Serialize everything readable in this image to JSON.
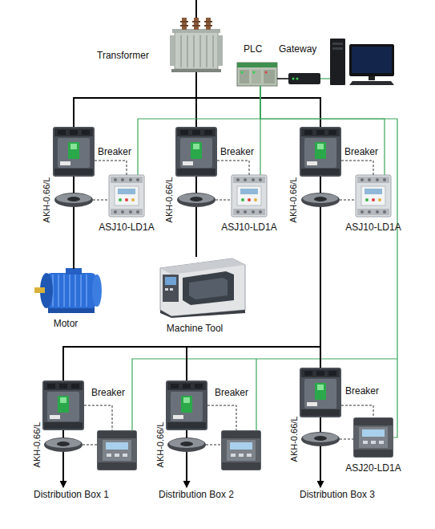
{
  "diagram": {
    "nodes": [
      {
        "text": [
          "Transformer"
        ]
      },
      {
        "text": [
          "PLC"
        ]
      },
      {
        "text": [
          "Gateway"
        ]
      },
      {
        "text": [
          "Breaker"
        ]
      },
      {
        "text": [
          "Breaker"
        ]
      },
      {
        "text": [
          "Breaker"
        ]
      },
      {
        "text": [
          "AKH-0.66/L"
        ]
      },
      {
        "text": [
          "ASJ10-LD1A"
        ]
      },
      {
        "text": [
          "AKH-0.66/L"
        ]
      },
      {
        "text": [
          "ASJ10-LD1A"
        ]
      },
      {
        "text": [
          "AKH-0.66/L"
        ]
      },
      {
        "text": [
          "ASJ10-LD1A"
        ]
      },
      {
        "text": [
          "Motor"
        ]
      },
      {
        "text": [
          "Machine Tool"
        ]
      },
      {
        "text": [
          "Breaker"
        ]
      },
      {
        "text": [
          "Breaker"
        ]
      },
      {
        "text": [
          "Breaker"
        ]
      },
      {
        "text": [
          "AKH-0.66/L"
        ]
      },
      {
        "text": [
          "AKH-0.66/L"
        ]
      },
      {
        "text": [
          "AKH-0.66/L"
        ]
      },
      {
        "text": [
          "ASJ20-LD1A"
        ]
      },
      {
        "text": [
          "Distribution Box 1"
        ]
      },
      {
        "text": [
          "Distribution Box 2"
        ]
      },
      {
        "text": [
          "Distribution Box 3"
        ]
      }
    ],
    "edges": [
      {
        "from": 0,
        "to": 3,
        "arrow": "none"
      },
      {
        "from": 0,
        "to": 4,
        "arrow": "none"
      },
      {
        "from": 0,
        "to": 5,
        "arrow": "none"
      },
      {
        "from": 1,
        "to": 2,
        "arrow": "none"
      },
      {
        "from": 3,
        "to": 6,
        "arrow": "none"
      },
      {
        "from": 4,
        "to": 8,
        "arrow": "none"
      },
      {
        "from": 5,
        "to": 10,
        "arrow": "none"
      },
      {
        "from": 3,
        "to": 7,
        "arrow": "none"
      },
      {
        "from": 6,
        "to": 7,
        "arrow": "none"
      },
      {
        "from": 4,
        "to": 9,
        "arrow": "none"
      },
      {
        "from": 8,
        "to": 9,
        "arrow": "none"
      },
      {
        "from": 5,
        "to": 11,
        "arrow": "none"
      },
      {
        "from": 10,
        "to": 11,
        "arrow": "none"
      },
      {
        "from": 7,
        "to": 1,
        "arrow": "none"
      },
      {
        "from": 9,
        "to": 1,
        "arrow": "none"
      },
      {
        "from": 11,
        "to": 1,
        "arrow": "none"
      },
      {
        "from": 6,
        "to": 12,
        "arrow": "none"
      },
      {
        "from": 8,
        "to": 13,
        "arrow": "none"
      },
      {
        "from": 10,
        "to": 14,
        "arrow": "none"
      },
      {
        "from": 10,
        "to": 15,
        "arrow": "none"
      },
      {
        "from": 10,
        "to": 16,
        "arrow": "none"
      },
      {
        "from": 14,
        "to": 17,
        "arrow": "none"
      },
      {
        "from": 15,
        "to": 18,
        "arrow": "none"
      },
      {
        "from": 16,
        "to": 19,
        "arrow": "none"
      },
      {
        "from": 16,
        "to": 20,
        "arrow": "none"
      },
      {
        "from": 19,
        "to": 20,
        "arrow": "none"
      },
      {
        "from": 17,
        "to": 21,
        "arrow": "to"
      },
      {
        "from": 18,
        "to": 22,
        "arrow": "to"
      },
      {
        "from": 19,
        "to": 23,
        "arrow": "to"
      },
      {
        "from": 20,
        "to": 1,
        "arrow": "none"
      }
    ]
  }
}
